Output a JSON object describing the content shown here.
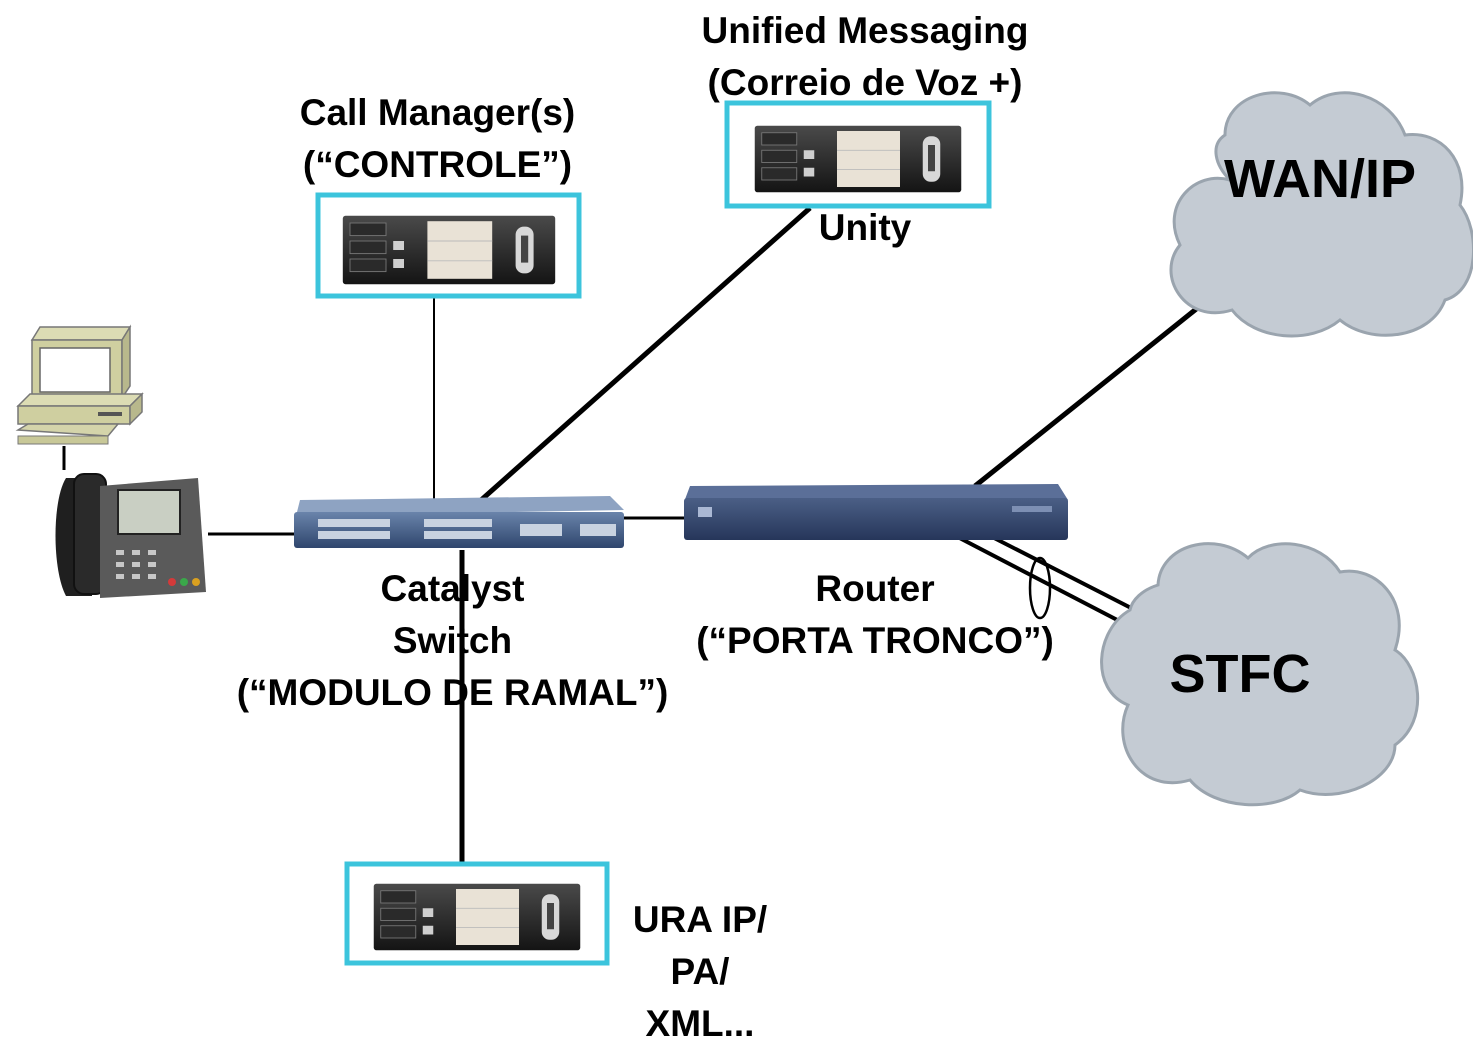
{
  "diagram": {
    "nodes": {
      "unified_messaging": {
        "lines": [
          "Unified Messaging",
          "(Correio de Voz +)"
        ],
        "sublabel": "Unity",
        "icon": "server-icon"
      },
      "call_manager": {
        "lines": [
          "Call Manager(s)",
          "(“CONTROLE”)"
        ],
        "icon": "server-icon"
      },
      "catalyst_switch": {
        "lines": [
          "Catalyst",
          "Switch",
          "(“MODULO DE RAMAL”)"
        ],
        "icon": "switch-icon"
      },
      "router": {
        "lines": [
          "Router",
          "(“PORTA TRONCO”)"
        ],
        "icon": "router-icon"
      },
      "wan_ip": {
        "label": "WAN/IP",
        "icon": "cloud-icon"
      },
      "stfc": {
        "label": "STFC",
        "icon": "cloud-icon"
      },
      "ura": {
        "lines": [
          "URA IP/",
          "PA/",
          "XML..."
        ],
        "icon": "server-icon"
      },
      "workstation": {
        "icon": "computer-icon"
      },
      "ip_phone": {
        "icon": "ip-phone-icon"
      }
    },
    "colors": {
      "highlight_box": "#3cc4dc",
      "cloud_fill": "#c4cbd3",
      "cloud_stroke": "#9aa4ae",
      "switch_body": "#47628c",
      "router_body": "#32466e"
    }
  }
}
